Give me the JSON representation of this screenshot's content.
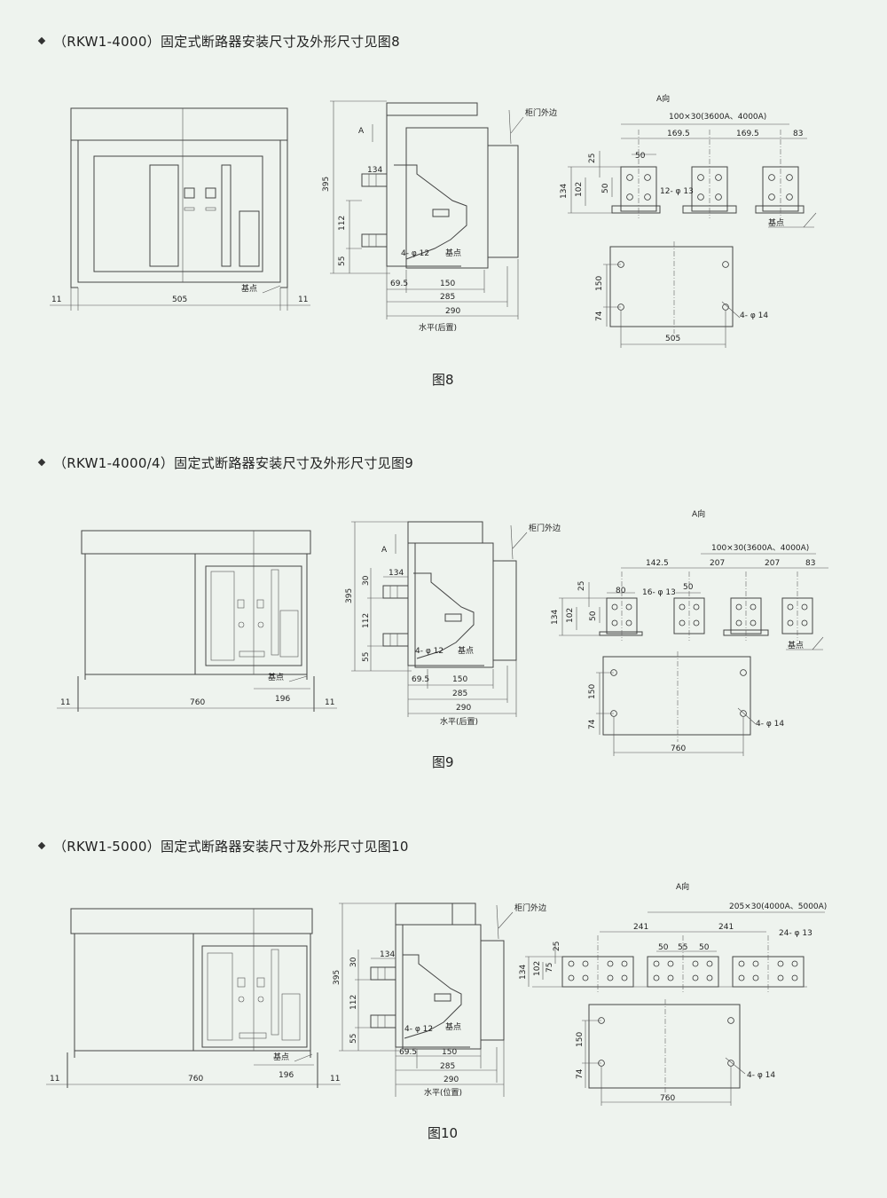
{
  "sections": [
    {
      "heading": "（RKW1-4000）固定式断路器安装尺寸及外形尺寸见图8",
      "caption": "图8",
      "front": {
        "width": "505",
        "side_left": "11",
        "side_right": "11",
        "ref": "基点"
      },
      "side": {
        "cabinet": "柜门外边",
        "arrow": "A",
        "h395": "395",
        "h112": "112",
        "h55": "55",
        "w134": "134",
        "w69_5": "69.5",
        "w150": "150",
        "w285": "285",
        "w290": "290",
        "holes": "4- φ 12",
        "ref": "基点",
        "note": "水平(后置)"
      },
      "view": {
        "title": "A向",
        "busbar": "100×30(3600A、4000A)",
        "d1": "169.5",
        "d2": "169.5",
        "d3": "83",
        "d50": "50",
        "d25": "25",
        "d102": "102",
        "d134": "134",
        "d50b": "50",
        "holes": "12- φ 13",
        "ref": "基点"
      },
      "plate": {
        "d150": "150",
        "d74": "74",
        "d505": "505",
        "holes": "4- φ 14"
      }
    },
    {
      "heading": "（RKW1-4000/4）固定式断路器安装尺寸及外形尺寸见图9",
      "caption": "图9",
      "front": {
        "width": "760",
        "side_left": "11",
        "side_right": "11",
        "ref": "基点",
        "d196": "196"
      },
      "side": {
        "cabinet": "柜门外边",
        "arrow": "A",
        "h395": "395",
        "h30": "30",
        "h112": "112",
        "h55": "55",
        "w134": "134",
        "w69_5": "69.5",
        "w150": "150",
        "w285": "285",
        "w290": "290",
        "holes": "4- φ 12",
        "ref": "基点",
        "note": "水平(后置)"
      },
      "view": {
        "title": "A向",
        "busbar": "100×30(3600A、4000A)",
        "d1": "142.5",
        "d2": "207",
        "d3": "207",
        "d4": "83",
        "d80": "80",
        "d50": "50",
        "d25": "25",
        "d102": "102",
        "d134": "134",
        "d50b": "50",
        "holes": "16- φ 13",
        "ref": "基点"
      },
      "plate": {
        "d150": "150",
        "d74": "74",
        "d760": "760",
        "holes": "4- φ 14"
      }
    },
    {
      "heading": "（RKW1-5000）固定式断路器安装尺寸及外形尺寸见图10",
      "caption": "图10",
      "front": {
        "width": "760",
        "side_left": "11",
        "side_right": "11",
        "ref": "基点",
        "d196": "196"
      },
      "side": {
        "cabinet": "柜门外边",
        "h395": "395",
        "h30": "30",
        "h112": "112",
        "h55": "55",
        "w134": "134",
        "w69_5": "69.5",
        "w150": "150",
        "w285": "285",
        "w290": "290",
        "holes": "4- φ 12",
        "ref": "基点",
        "note": "水平(位置)"
      },
      "view": {
        "title": "A向",
        "busbar": "205×30(4000A、5000A)",
        "d1": "241",
        "d2": "241",
        "d50a": "50",
        "d55": "55",
        "d50b": "50",
        "d25": "25",
        "d75": "75",
        "d134": "134",
        "d102": "102",
        "holes": "24- φ 13"
      },
      "plate": {
        "d150": "150",
        "d74": "74",
        "d760": "760",
        "holes": "4- φ 14"
      }
    }
  ],
  "colors": {
    "background": "#eef3ee",
    "line": "#444444"
  }
}
